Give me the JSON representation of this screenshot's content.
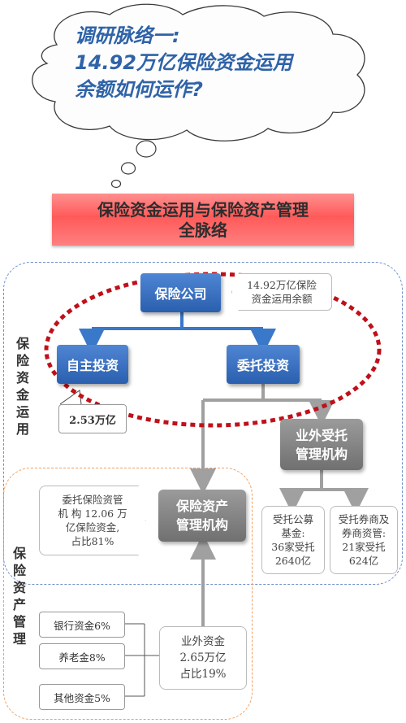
{
  "cloud": {
    "lines": [
      "调研脉络一:",
      "14.92万亿保险资金运用",
      "余额如何运作?"
    ]
  },
  "banner": {
    "lines": [
      "保险资金运用与保险资产管理",
      "全脉络"
    ]
  },
  "regions": {
    "fund_use_label": "保险资金运用",
    "asset_mgmt_label": "保险资产管理"
  },
  "nodes": {
    "insurer": "保险公司",
    "insurer_note": "14.92万亿保险\n资金运用余额",
    "self_invest": "自主投资",
    "self_invest_note": "2.53万亿",
    "entrusted": "委托投资",
    "external_trustee": "业外受托\n管理机构",
    "asset_mgmt_org": "保险资产\n管理机构",
    "asset_mgmt_note": "委托保险资管\n机 构 12.06 万\n亿保险资金,\n占比81%",
    "fund_trustee": "受托公募\n基金:\n36家受托\n2640亿",
    "broker_trustee": "受托券商及\n券商资管:\n21家受托\n624亿",
    "bank_funds": "银行资金6%",
    "pension_funds": "养老金8%",
    "other_funds": "其他资金5%",
    "external_funds": "业外资金\n2.65万亿\n占比19%"
  },
  "colors": {
    "region_fund_use": "#6f8fc9",
    "region_asset_mgmt": "#f0a060",
    "connector": "#a0a0a0",
    "blue_arrow": "#3a78c9",
    "ellipse": "#c0101a",
    "cloud_text": "#2f63a8",
    "banner": "#ff6a6a"
  }
}
